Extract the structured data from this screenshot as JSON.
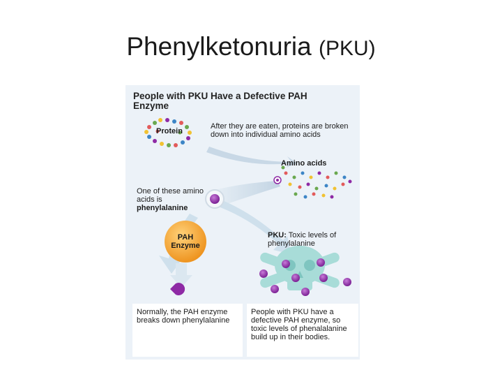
{
  "slide": {
    "title": "Phenylketonuria",
    "title_abbr": "(PKU)"
  },
  "figure": {
    "heading": "People with PKU Have a Defective PAH Enzyme",
    "protein_label": "Protein",
    "intro_text": "After they are eaten, proteins are broken down into individual amino acids",
    "amino_label": "Amino acids",
    "one_of_these": "One of these amino acids is",
    "phenylalanine_word": "phenylalanine",
    "pah_label_line1": "PAH",
    "pah_label_line2": "Enzyme",
    "pku_prefix": "PKU:",
    "pku_text": "Toxic levels of phenylalanine",
    "normal_text": "Normally, the PAH enzyme breaks down phenylalanine",
    "defective_text": "People with PKU have a defective PAH enzyme, so toxic levels of phenalalanine build up in their bodies.",
    "colors": {
      "background": "#ecf2f8",
      "arrow": "#c9d9e6",
      "enzyme": "#f2a127",
      "molecule": "#8e2aa5",
      "skull": "#a8dcd8"
    }
  }
}
